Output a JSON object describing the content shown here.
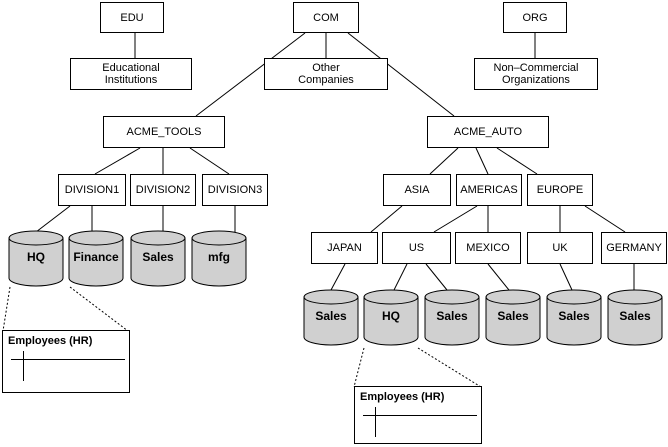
{
  "nodes": {
    "edu": "EDU",
    "com": "COM",
    "org": "ORG",
    "educational": "Educational\nInstitutions",
    "other": "Other\nCompanies",
    "noncommercial": "Non–Commercial\nOrganizations",
    "acme_tools": "ACME_TOOLS",
    "acme_auto": "ACME_AUTO",
    "division1": "DIVISION1",
    "division2": "DIVISION2",
    "division3": "DIVISION3",
    "asia": "ASIA",
    "americas": "AMERICAS",
    "europe": "EUROPE",
    "japan": "JAPAN",
    "us": "US",
    "mexico": "MEXICO",
    "uk": "UK",
    "germany": "GERMANY"
  },
  "databases": {
    "hq_left": "HQ",
    "finance": "Finance",
    "sales_div2": "Sales",
    "mfg": "mfg",
    "sales_japan": "Sales",
    "hq_us": "HQ",
    "sales_us": "Sales",
    "sales_mexico": "Sales",
    "sales_uk": "Sales",
    "sales_germany": "Sales"
  },
  "tables": {
    "left_title": "Employees (HR)",
    "right_title": "Employees (HR)"
  }
}
